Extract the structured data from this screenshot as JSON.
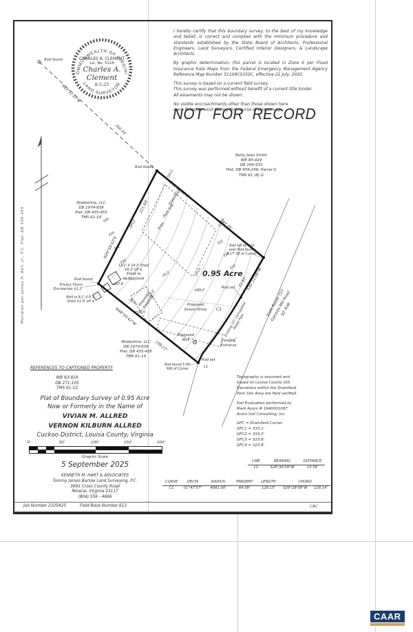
{
  "seal": {
    "arc_top": "COMMONWEALTH OF VIRGINIA",
    "arc_bottom": "LAND SURVEYOR",
    "name": "CHARLES A. CLEMENT",
    "license": "Lic. No. 3114",
    "signature": "Charles A. Clement",
    "date": "9-5-25"
  },
  "certification": {
    "p1": "I hereby certify that this boundary survey, to the best of my knowledge and belief, is correct and complies with the minimum procedure and standards established by the State Board of Architects, Professional Engineers, Land Surveyors, Certified Interior Designers, & Landscape Architects.",
    "p2": "By graphic determination, this parcel is located in Zone X per Flood Insurance Rate Maps from the Federal Emergency Management Agency Reference Map Number 51109C0350C, effective 22 July, 2020.",
    "p3": "This survey is based on a current field survey.\nThis survey was performed without benefit of a current title binder.\nAll easements may not be shown.",
    "p4": "No visible encroachments other than those shown here\nwere found to exist during the course of this survey."
  },
  "stamp": "NOT FOR RECORD",
  "meridian_note": "Meridian per James H. Bell, Jr., P.C.   Plat: DB 435-455",
  "tie": {
    "from": "Rod found",
    "bearing": "N43°32'33\"W",
    "distance": "260.34'"
  },
  "adjoiners": {
    "smith": "Betty Jean Smith\nWB 85-424\nDB 164-533\nPlat: DB 459-299, Parcel G\nTMS 61 (8) G",
    "wodeshire_n": "Wodeshire, LLC\nDB 1974-839\nPlat: DB 435-455\nTMS 61-14",
    "wodeshire_s": "Wodeshire, LLC\nDB 1974-839\nPlat: DB 435-455\nTMS 61-14"
  },
  "parcel": {
    "area": "0.95 Acre",
    "ne_bearing": "S48°32'33\"E",
    "ne_distance": "197.75'",
    "road_bearing": "S30°22'08\"W",
    "road_distance": "72.87'",
    "sw_bearing": "N48°50'42\"W",
    "sw_distance": "199.27'",
    "nw_bearing": "N29°59'43\"E",
    "nw_distance": "211.69'",
    "curve_ref": "C1",
    "line_ref": "L1"
  },
  "features": {
    "rod_found": "Rod found",
    "rod_set": "Rod set",
    "rod_set_note": "Rod set by laid\nover Rod found\n5.17' SE of Corner",
    "rod_found_s_note": "Rod found 5.50'\nNW of Corner",
    "shed_note": "14.2' X 14.2' Shed\n±6.3' off ℄\nSheds to\nbe Removed",
    "privacy_note": "Privacy Fence\nEncroaches ±1.2'",
    "well_note": "Well in 8.1' X 8.1'\nShed ±1.6' off ℄",
    "proposed_dwelling": "Proposed\nDwelling",
    "proposed_drive": "Proposed\nGravel Drive",
    "proposed_well": "Proposed\nWell",
    "existing_entrance": "Existing\nEntrance",
    "pipe_note": "Existing 15\" Corrugated\nMetal Pipe",
    "drainfield": "Drainfield",
    "perk_site": "Perk Site",
    "area_word": "Area",
    "dfc1": "DFC1",
    "dfc2": "DFC2",
    "dfc3": "DFC3",
    "dfc4": "DFC4",
    "dims": {
      "d1": "26.0'",
      "d2": "26.0'",
      "d3": "60.0'",
      "d4": "±37.5'",
      "d5": "±89.0'",
      "d6": "±67.8'"
    },
    "contours": [
      "336",
      "334",
      "332",
      "330",
      "322",
      "320",
      "318"
    ]
  },
  "road": {
    "name": "State Route 723\nGarretts Mill Road\n50' R/W"
  },
  "references": {
    "heading": "REFERENCES TO CAPTIONED PROPERTY",
    "lines": "WB 93-919\nDB 271-105\nTMS 61-13"
  },
  "title_block": {
    "line1": "Plat of Boundary Survey of 0.95 Acre",
    "line2": "Now or Formerly in the Name of",
    "name1": "VIVIAN M. ALLRED",
    "name2": "VERNON KILBURN ALLRED",
    "line3": "Cuckoo District, Louisa County, Virginia",
    "scale_ticks": [
      "0'",
      "50'",
      "100'",
      "150'",
      "200'"
    ],
    "scale_caption": "Graphic Scale",
    "date": "5 September 2025"
  },
  "firm": "KENNETH M. HART & ASSOCIATES\nTommy James Barlow Land Surveying, P.C.\n3993 Cross County Road\nMineral, Virginia 23117\n(804) 556 - 4666",
  "notes": {
    "topo": "Topography is assumed and\nbased on Louisa County GIS.\nElevations within the Drainfield\nPerk Site Area are field verified.",
    "soil": "Soil Evaluation performed by\nMark Acors # 1940001097\nAcors Soil Consulting, Inc.",
    "dfc_legend": "DFC = Drainfield Corner\nDFC1 = 333.1'\nDFC2 = 333.2'\nDFC3 = 323.6'\nDFC4 = 323.8'"
  },
  "line_table": {
    "headers": [
      "LINE",
      "BEARING",
      "DISTANCE"
    ],
    "rows": [
      [
        "L1",
        "S28°34'09\"W",
        "13.56'"
      ]
    ]
  },
  "curve_table": {
    "headers": [
      "CURVE",
      "DELTA",
      "RADIUS",
      "TANGENT",
      "LENGTH",
      "CHORD"
    ],
    "rows": [
      [
        "C1",
        "01°47'57\"",
        "4081.00'",
        "64.08'",
        "128.15'",
        "S29°28'08\"W",
        "128.14'"
      ]
    ]
  },
  "footer": {
    "job": "Job Number 2105A25",
    "field_book": "Field Book Number 613",
    "initials": "CAC"
  },
  "logo": {
    "text": "CAAR"
  }
}
